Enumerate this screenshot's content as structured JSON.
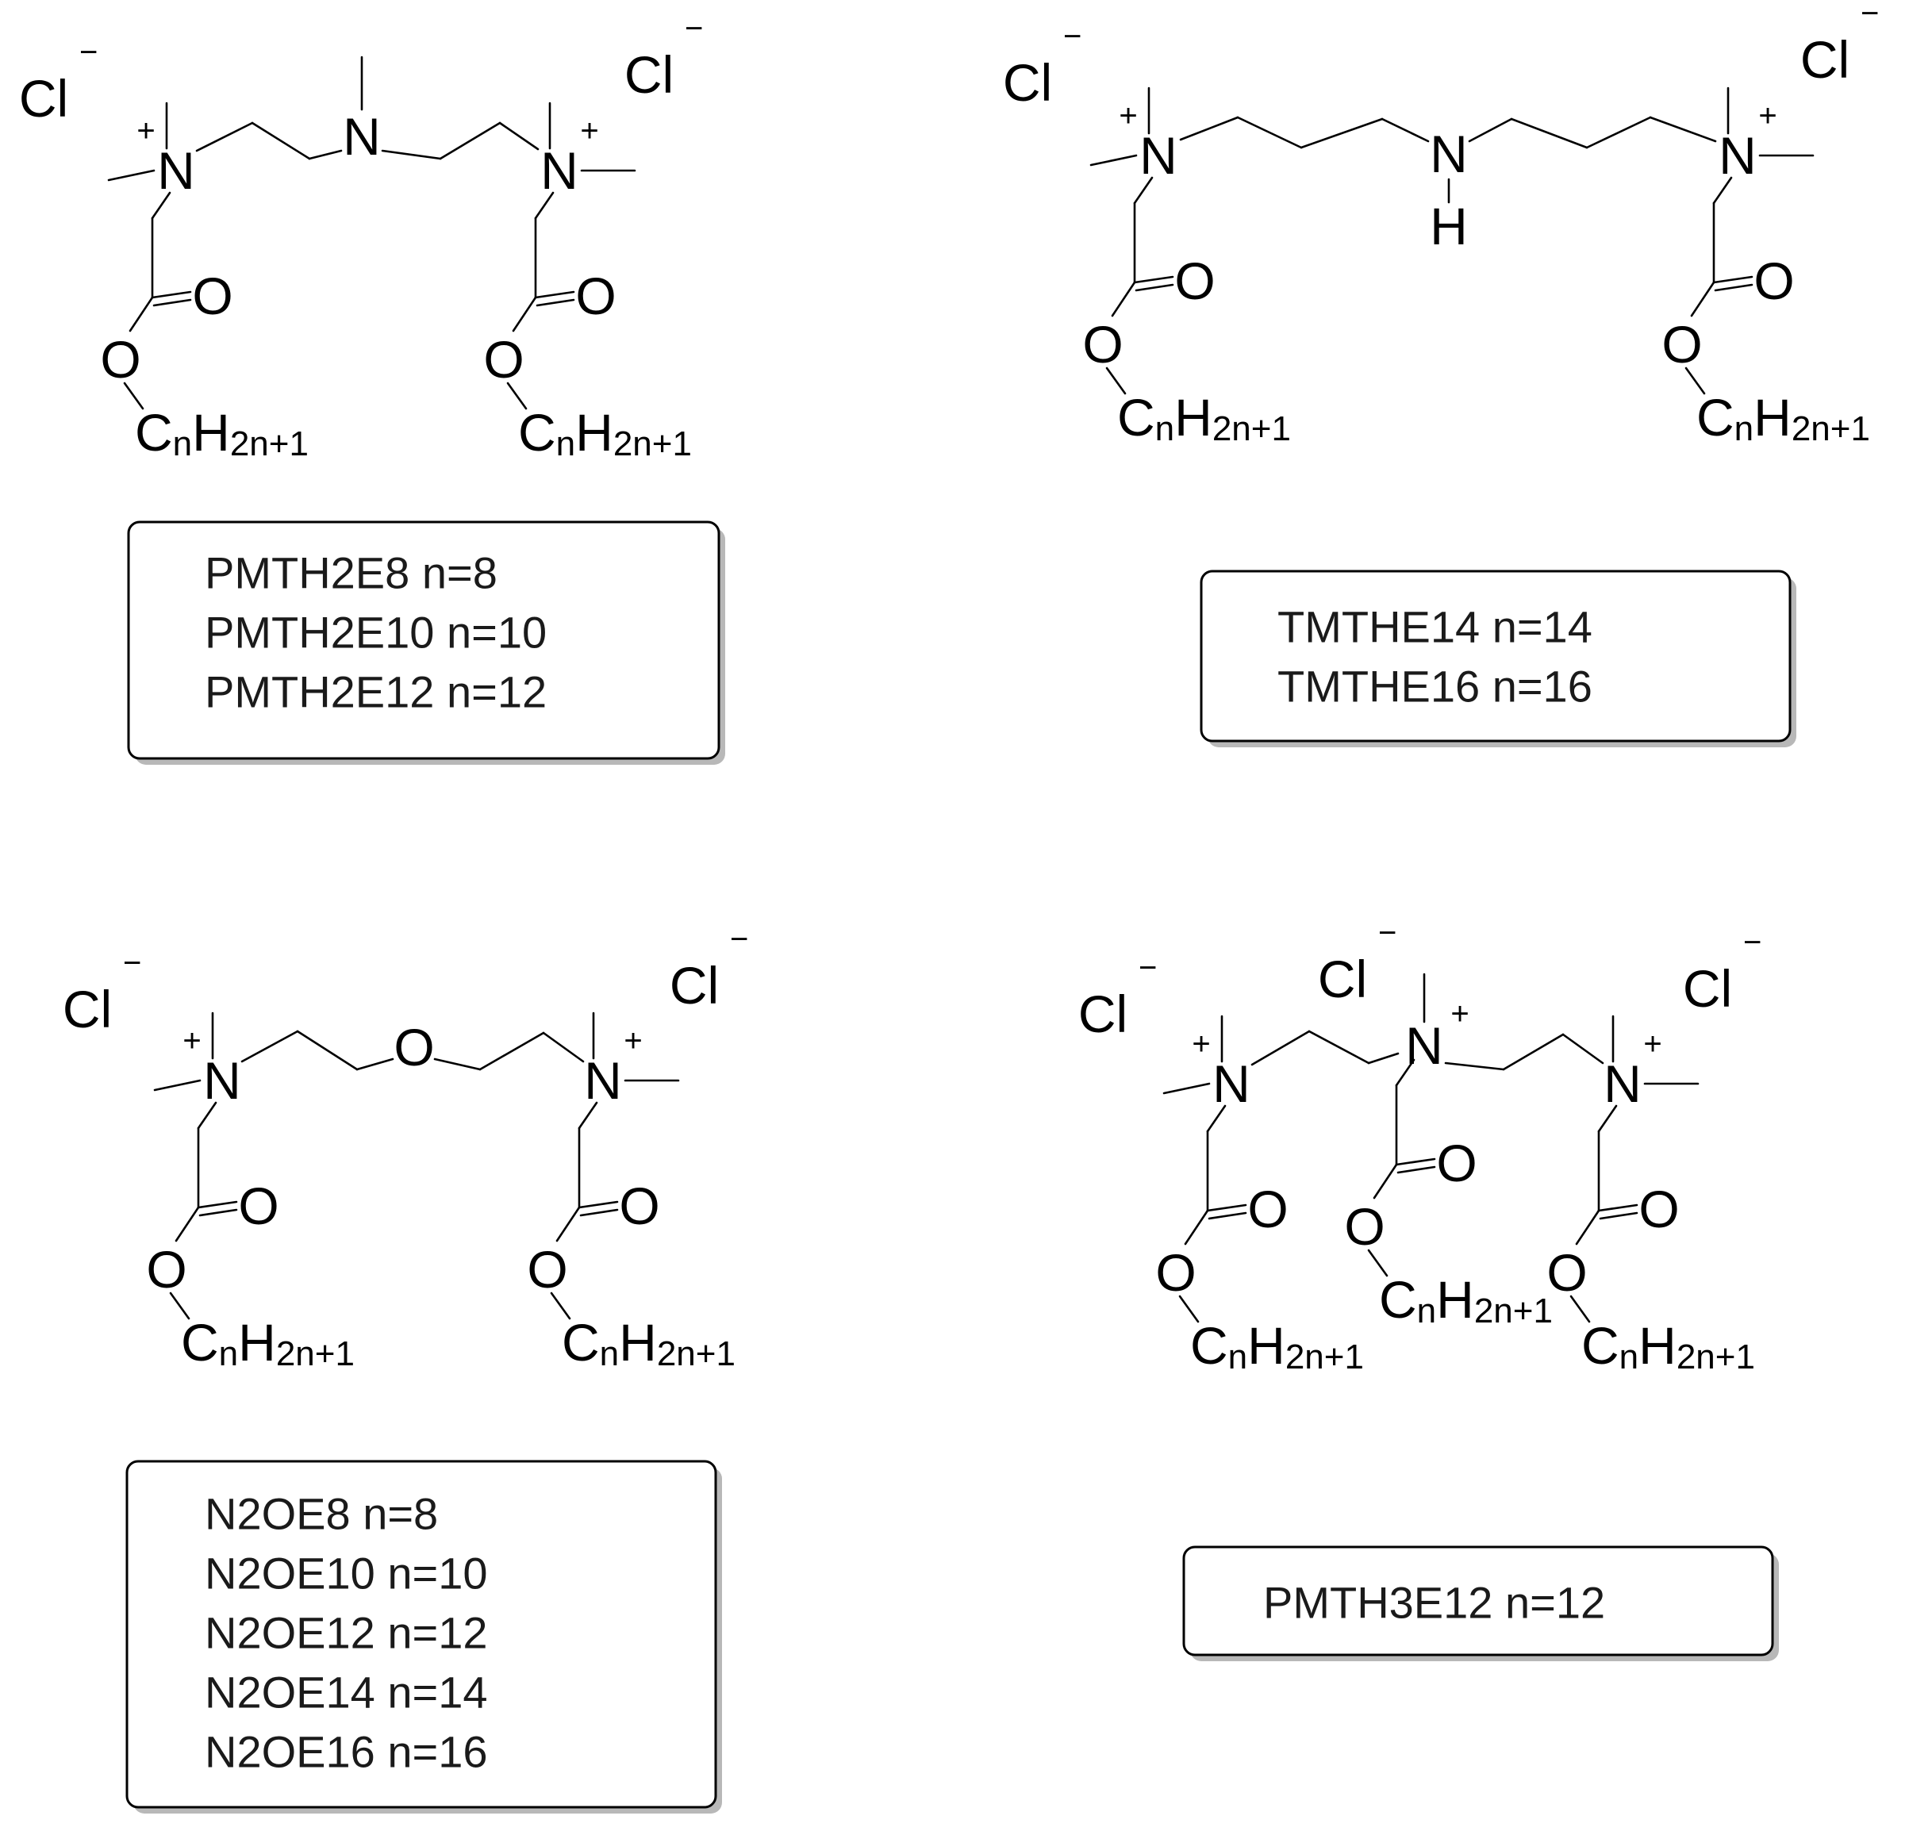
{
  "atoms": {
    "chloride": "Cl",
    "minus": "−",
    "plus": "+",
    "nitrogen": "N",
    "hydrogen": "H",
    "oxygen": "O",
    "carbon": "C",
    "hydrogen_h": "H",
    "sub_n": "n",
    "sub_2n1": "2n+1"
  },
  "legends": {
    "pmth2e": [
      "PMTH2E8 n=8",
      "PMTH2E10 n=10",
      "PMTH2E12 n=12"
    ],
    "tmthe": [
      "TMTHE14 n=14",
      "TMTHE16 n=16"
    ],
    "n2oe": [
      "N2OE8 n=8",
      "N2OE10 n=10",
      "N2OE12 n=12",
      "N2OE14 n=14",
      "N2OE16 n=16"
    ],
    "pmth3e": [
      "PMTH3E12 n=12"
    ]
  }
}
